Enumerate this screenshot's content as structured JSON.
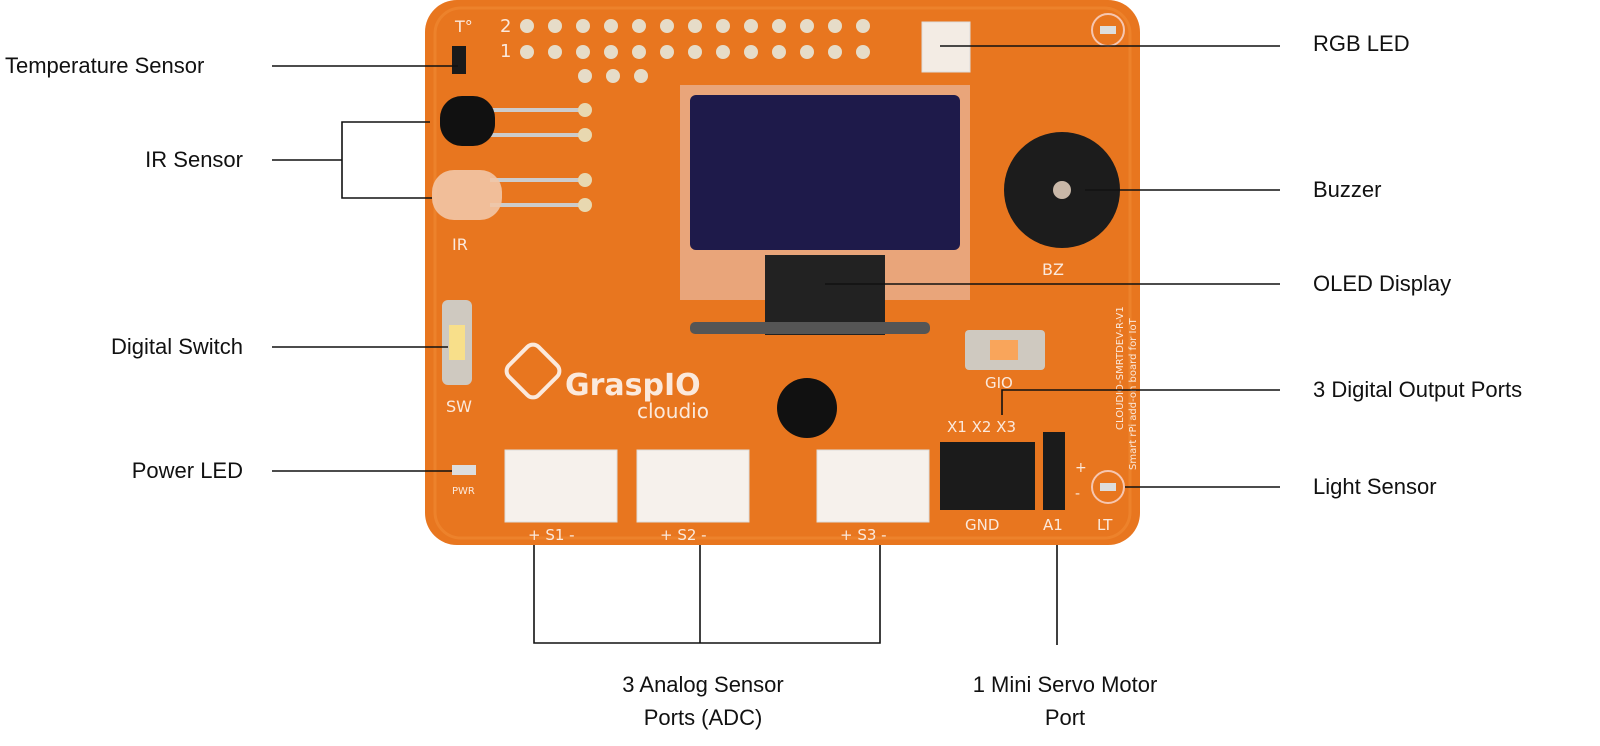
{
  "left_labels": [
    "Temperature Sensor",
    "IR Sensor",
    "Digital Switch",
    "Power LED"
  ],
  "right_labels": [
    "RGB LED",
    "Buzzer",
    "OLED Display",
    "3 Digital Output Ports",
    "Light Sensor"
  ],
  "bottom_labels": {
    "analog": [
      "3 Analog Sensor",
      "Ports (ADC)"
    ],
    "servo": [
      "1 Mini Servo Motor",
      "Port"
    ]
  },
  "silkscreen": {
    "temp": "T°",
    "row2": "2",
    "row1": "1",
    "ir": "IR",
    "sw": "SW",
    "pwr": "PWR",
    "bz": "BZ",
    "gio": "GIO",
    "x_ports": "X1 X2 X3",
    "gnd": "GND",
    "a1": "A1",
    "lt": "LT",
    "s1": "+ S1 -",
    "s2": "+ S2 -",
    "s3": "+ S3 -",
    "plus": "+",
    "minus": "-",
    "model": "CLOUDIO-SMRTDEV-R-V1",
    "tagline": "Smart rPi add-on board for IoT"
  },
  "logo": {
    "brand": "GraspIO",
    "product": "cloudio"
  },
  "colors": {
    "board": "#e8761f",
    "board_dark": "#d9661a",
    "oled": "#1e1a4a",
    "text": "#111111"
  }
}
